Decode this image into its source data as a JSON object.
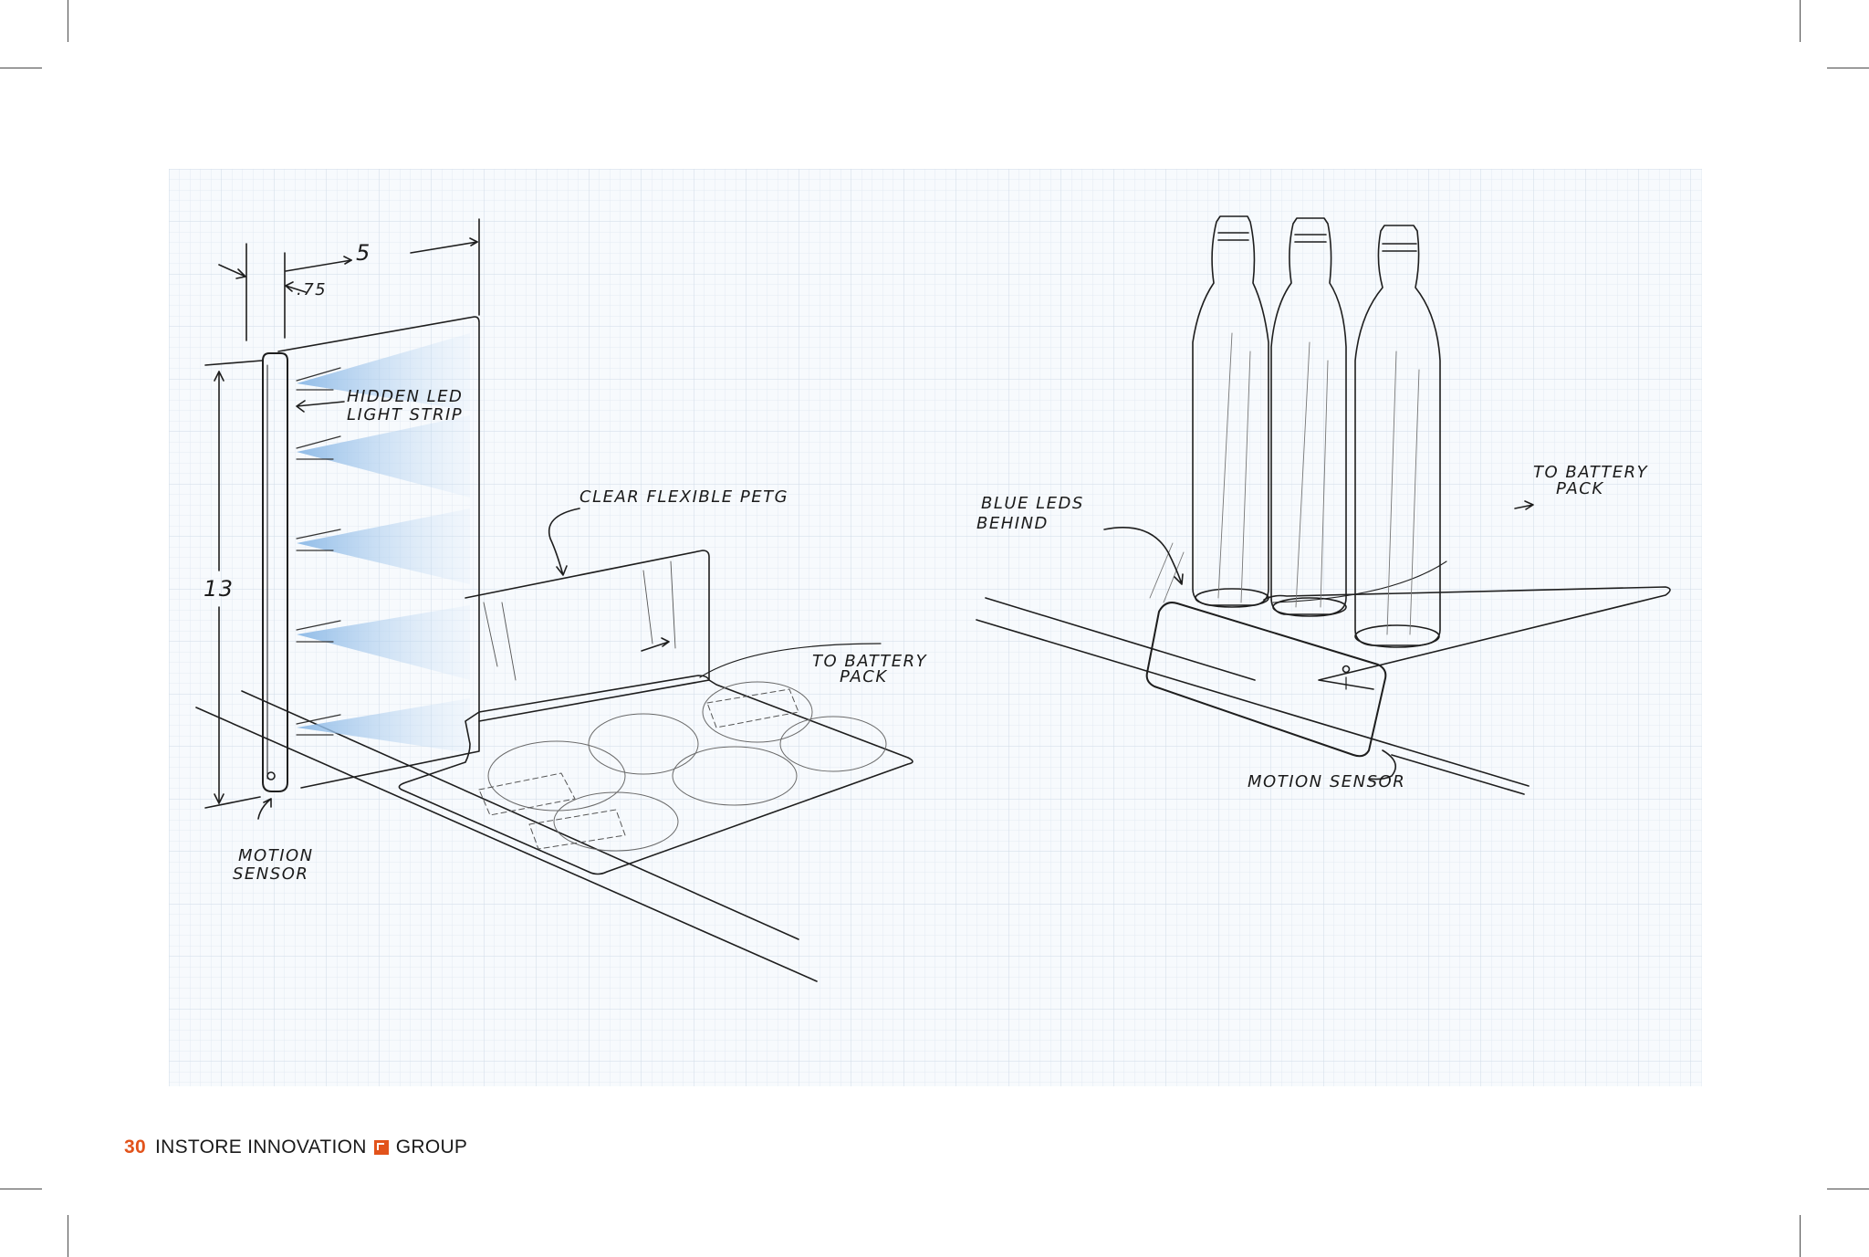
{
  "annotations": {
    "dimension_width": "5",
    "dimension_depth": ".75",
    "dimension_height": "13",
    "hidden_led_line1": "HIDDEN LED",
    "hidden_led_line2": "LIGHT STRIP",
    "clear_flexible": "CLEAR FLEXIBLE PETG",
    "battery_left_line1": "TO BATTERY",
    "battery_left_line2": "PACK",
    "motion_left_line1": "MOTION",
    "motion_left_line2": "SENSOR",
    "blue_leds_line1": "BLUE LEDS",
    "blue_leds_line2": "BEHIND",
    "battery_right_line1": "TO BATTERY",
    "battery_right_line2": "PACK",
    "motion_right": "MOTION SENSOR"
  },
  "footer": {
    "page_number": "30",
    "brand_first": "INSTORE INNOVATION",
    "brand_last": "GROUP"
  },
  "colors": {
    "brand_orange": "#e2531b",
    "grid_line": "#d9e4ee",
    "led_blue": "#9cc4ea"
  },
  "icons": {
    "brand_logo": "orange-square-logo-icon"
  }
}
